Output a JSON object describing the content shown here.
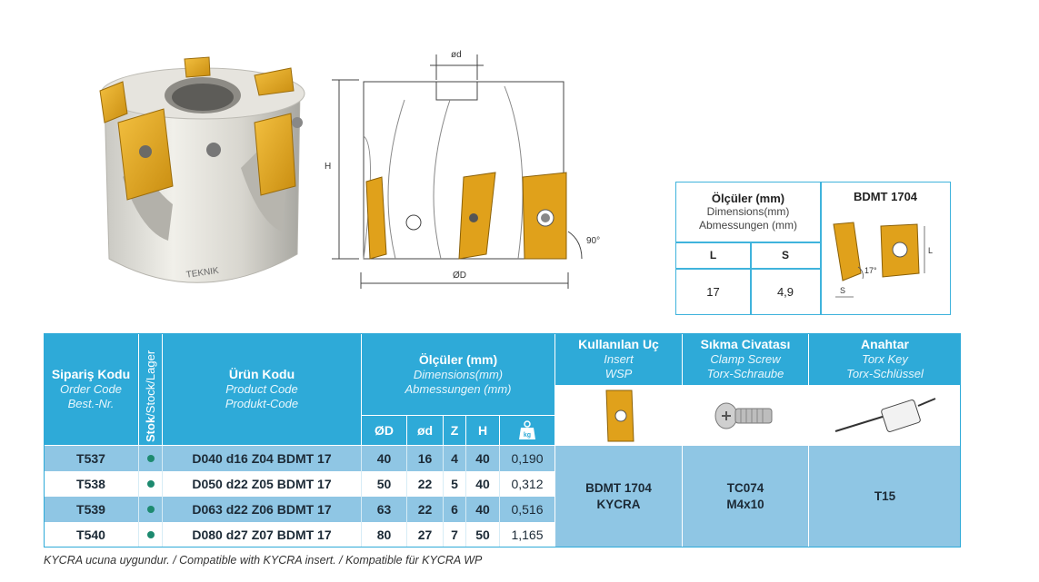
{
  "drawing": {
    "label_od": "ød",
    "label_h": "H",
    "label_dd": "ØD",
    "label_angle": "90°"
  },
  "product_brand": "TEKNIK",
  "insert_box": {
    "title": "Ölçüler (mm)",
    "title_en": "Dimensions(mm)",
    "title_de": "Abmessungen (mm)",
    "insert_name": "BDMT 1704",
    "col_l": "L",
    "col_s": "S",
    "val_l": "17",
    "val_s": "4,9",
    "diagram_angle": "17°",
    "diagram_s": "S",
    "diagram_l": "L"
  },
  "table": {
    "headers": {
      "order": {
        "tr": "Sipariş Kodu",
        "en": "Order Code",
        "de": "Best.-Nr."
      },
      "stock": {
        "tr": "Stok",
        "rest": "/Stock/Lager"
      },
      "product": {
        "tr": "Ürün Kodu",
        "en": "Product Code",
        "de": "Produkt-Code"
      },
      "dims": {
        "tr": "Ölçüler (mm)",
        "en": "Dimensions(mm)",
        "de": "Abmessungen (mm)"
      },
      "insert": {
        "tr": "Kullanılan Uç",
        "en": "Insert",
        "de": "WSP"
      },
      "screw": {
        "tr": "Sıkma Civatası",
        "en": "Clamp Screw",
        "de": "Torx-Schraube"
      },
      "key": {
        "tr": "Anahtar",
        "en": "Torx Key",
        "de": "Torx-Schlüssel"
      }
    },
    "dim_cols": [
      "ØD",
      "ød",
      "Z",
      "H"
    ],
    "weight_icon_label": "kg",
    "rows": [
      {
        "order": "T537",
        "product": "D040 d16 Z04 BDMT 17",
        "D": "40",
        "d": "16",
        "Z": "4",
        "H": "40",
        "w": "0,190"
      },
      {
        "order": "T538",
        "product": "D050 d22 Z05 BDMT 17",
        "D": "50",
        "d": "22",
        "Z": "5",
        "H": "40",
        "w": "0,312"
      },
      {
        "order": "T539",
        "product": "D063 d22 Z06 BDMT 17",
        "D": "63",
        "d": "22",
        "Z": "6",
        "H": "40",
        "w": "0,516"
      },
      {
        "order": "T540",
        "product": "D080 d27 Z07 BDMT 17",
        "D": "80",
        "d": "27",
        "Z": "7",
        "H": "50",
        "w": "1,165"
      }
    ],
    "insert_value": {
      "line1": "BDMT 1704",
      "line2": "KYCRA"
    },
    "screw_value": {
      "line1": "TC074",
      "line2": "M4x10"
    },
    "key_value": "T15"
  },
  "footer": "KYCRA ucuna uygundur. / Compatible with KYCRA insert. / Kompatible für KYCRA WP",
  "colors": {
    "header": "#2eaad8",
    "row_alt": "#8fc6e4",
    "insert_gold": "#e0a11b",
    "stock_dot": "#1d8a6f"
  }
}
